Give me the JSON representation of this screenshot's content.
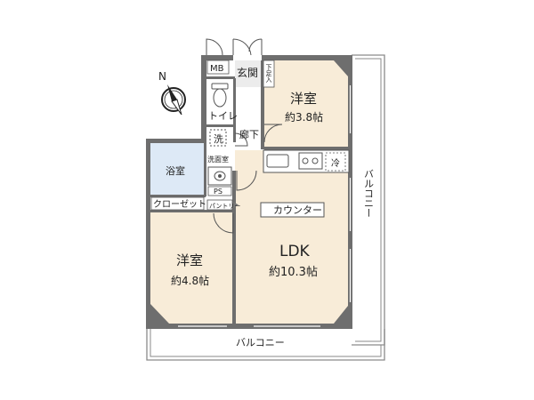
{
  "rooms": {
    "western_room_1": {
      "name": "洋室",
      "size": "約3.8帖"
    },
    "western_room_2": {
      "name": "洋室",
      "size": "約4.8帖"
    },
    "ldk": {
      "name": "LDK",
      "size": "約10.3帖"
    },
    "entrance": "玄関",
    "shoe_storage": "下足入",
    "toilet": "トイレ",
    "corridor": "廊下",
    "laundry": "洗",
    "washroom": "洗面室",
    "bathroom": "浴室",
    "closet": "クローゼット",
    "pantry": "パントリー",
    "meter_box": "MB",
    "pipe_space": "PS",
    "counter": "カウンター",
    "refrigerator": "冷"
  },
  "balconies": {
    "east": "バルコニー",
    "south": "バルコニー"
  },
  "compass": {
    "north": "N"
  },
  "colors": {
    "wall": "#6e6e6e",
    "wall_edge": "#444444",
    "floor_wood": "#f8ecd8",
    "floor_bath": "#dde9f6",
    "floor_white": "#ffffff",
    "entrance_floor": "#ececec",
    "balcony_line": "#8a8a8a"
  }
}
